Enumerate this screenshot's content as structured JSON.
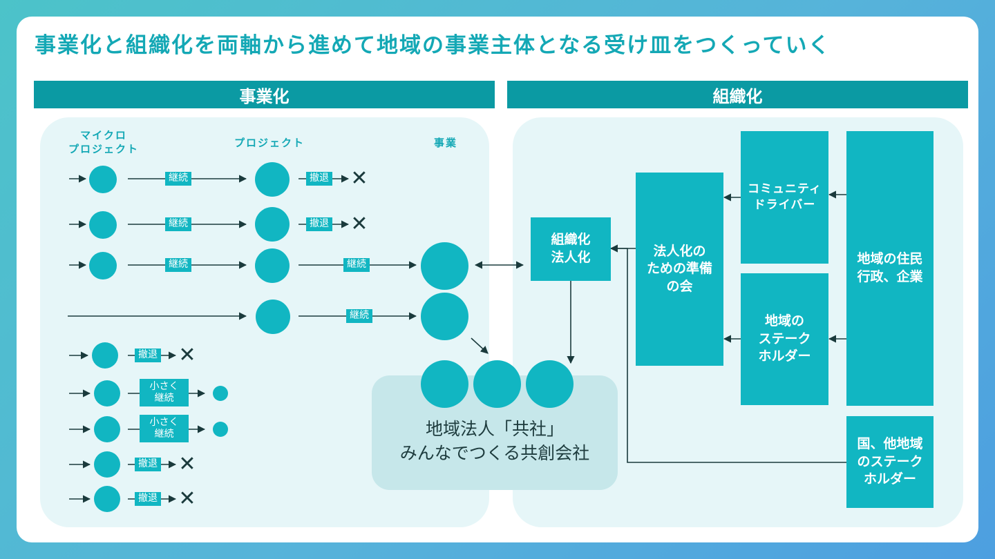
{
  "title": "事業化と組織化を両軸から進めて地域の事業主体となる受け皿をつくっていく",
  "left": {
    "band": "事業化",
    "col_micro": "マイクロ\nプロジェクト",
    "col_project": "プロジェクト",
    "col_business": "事業",
    "continue": "継続",
    "withdraw": "撤退",
    "small_continue": "小さく\n継続"
  },
  "right": {
    "band": "組織化",
    "org_box": "組織化\n法人化",
    "prep_box": "法人化の\nための準備\nの会",
    "driver_box": "コミュニティ\nドライバー",
    "stake_box": "地域の\nステーク\nホルダー",
    "residents_box": "地域の住民\n行政、企業",
    "national_box": "国、他地域\nのステーク\nホルダー"
  },
  "company": {
    "line1": "地域法人「共社」",
    "line2": "みんなでつくる共創会社"
  },
  "colors": {
    "accent": "#11b6c2",
    "band": "#0b9aa3",
    "title": "#14a8b5",
    "panel": "#e6f6f8",
    "arrow": "#1a3a3c"
  }
}
